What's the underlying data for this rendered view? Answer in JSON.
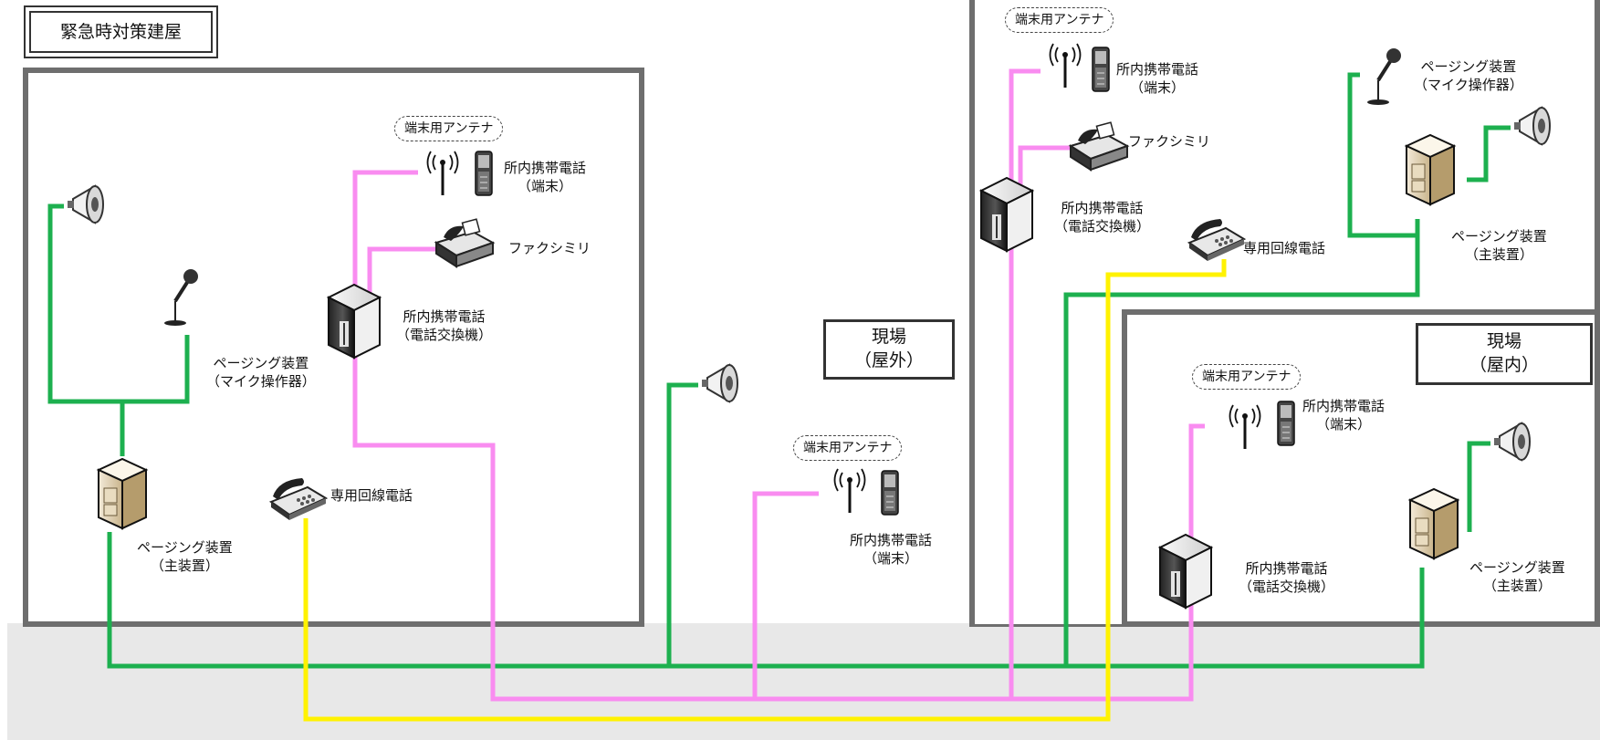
{
  "zones": {
    "emergency": {
      "title": "緊急時対策建屋"
    },
    "outdoor": {
      "title_line1": "現場",
      "title_line2": "（屋外）"
    },
    "indoor": {
      "title_line1": "現場",
      "title_line2": "（屋内）"
    }
  },
  "labels": {
    "antenna": "端末用アンテナ",
    "phone_terminal_1": "所内携帯電話",
    "phone_terminal_2": "（端末）",
    "fax": "ファクシミリ",
    "exchange_1": "所内携帯電話",
    "exchange_2": "（電話交換機）",
    "paging_mic_1": "ページング装置",
    "paging_mic_2": "（マイク操作器）",
    "paging_main_1": "ページング装置",
    "paging_main_2": "（主装置）",
    "dedicated_phone": "専用回線電話"
  },
  "line_colors": {
    "paging": "#1db04f",
    "mobile": "#f98cf0",
    "dedicated": "#fff200",
    "border": "#6e6e6e",
    "ground": "#e8e8e8"
  },
  "icons": [
    "speaker-icon",
    "microphone-icon",
    "antenna-icon",
    "mobile-phone-icon",
    "fax-icon",
    "exchange-server-icon",
    "paging-unit-icon",
    "desk-phone-icon"
  ]
}
